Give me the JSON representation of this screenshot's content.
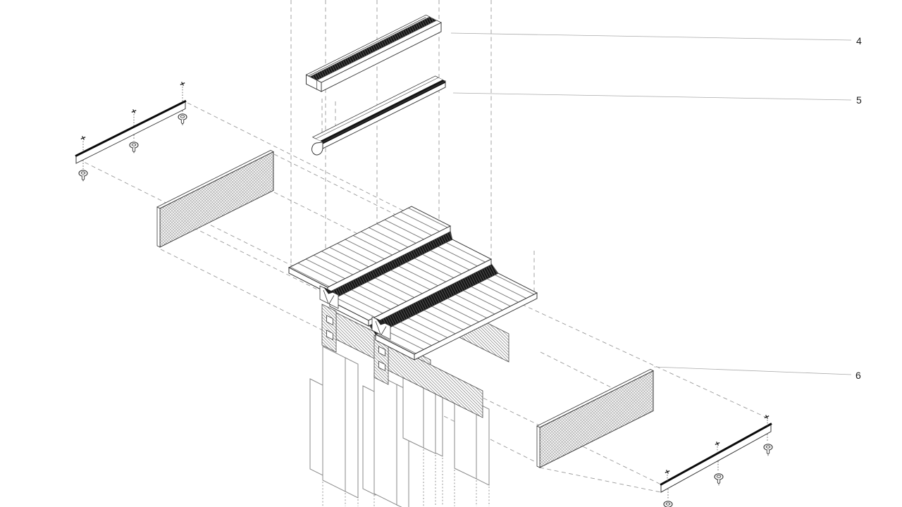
{
  "diagram": {
    "type": "exploded-axonometric-construction-detail",
    "background": "#ffffff",
    "colors": {
      "outline": "#3a3a3a",
      "light_outline": "#8a8a8a",
      "dark_fill": "#141414",
      "projection_dash": "#9a9a9a",
      "hatch_gray": "#868686",
      "label_text": "#1c1c1c"
    },
    "labels": [
      {
        "text": "4",
        "target": "grate-channel"
      },
      {
        "text": "5",
        "target": "gutter-profile"
      },
      {
        "text": "6",
        "target": "mesh-infill-panel"
      }
    ]
  }
}
